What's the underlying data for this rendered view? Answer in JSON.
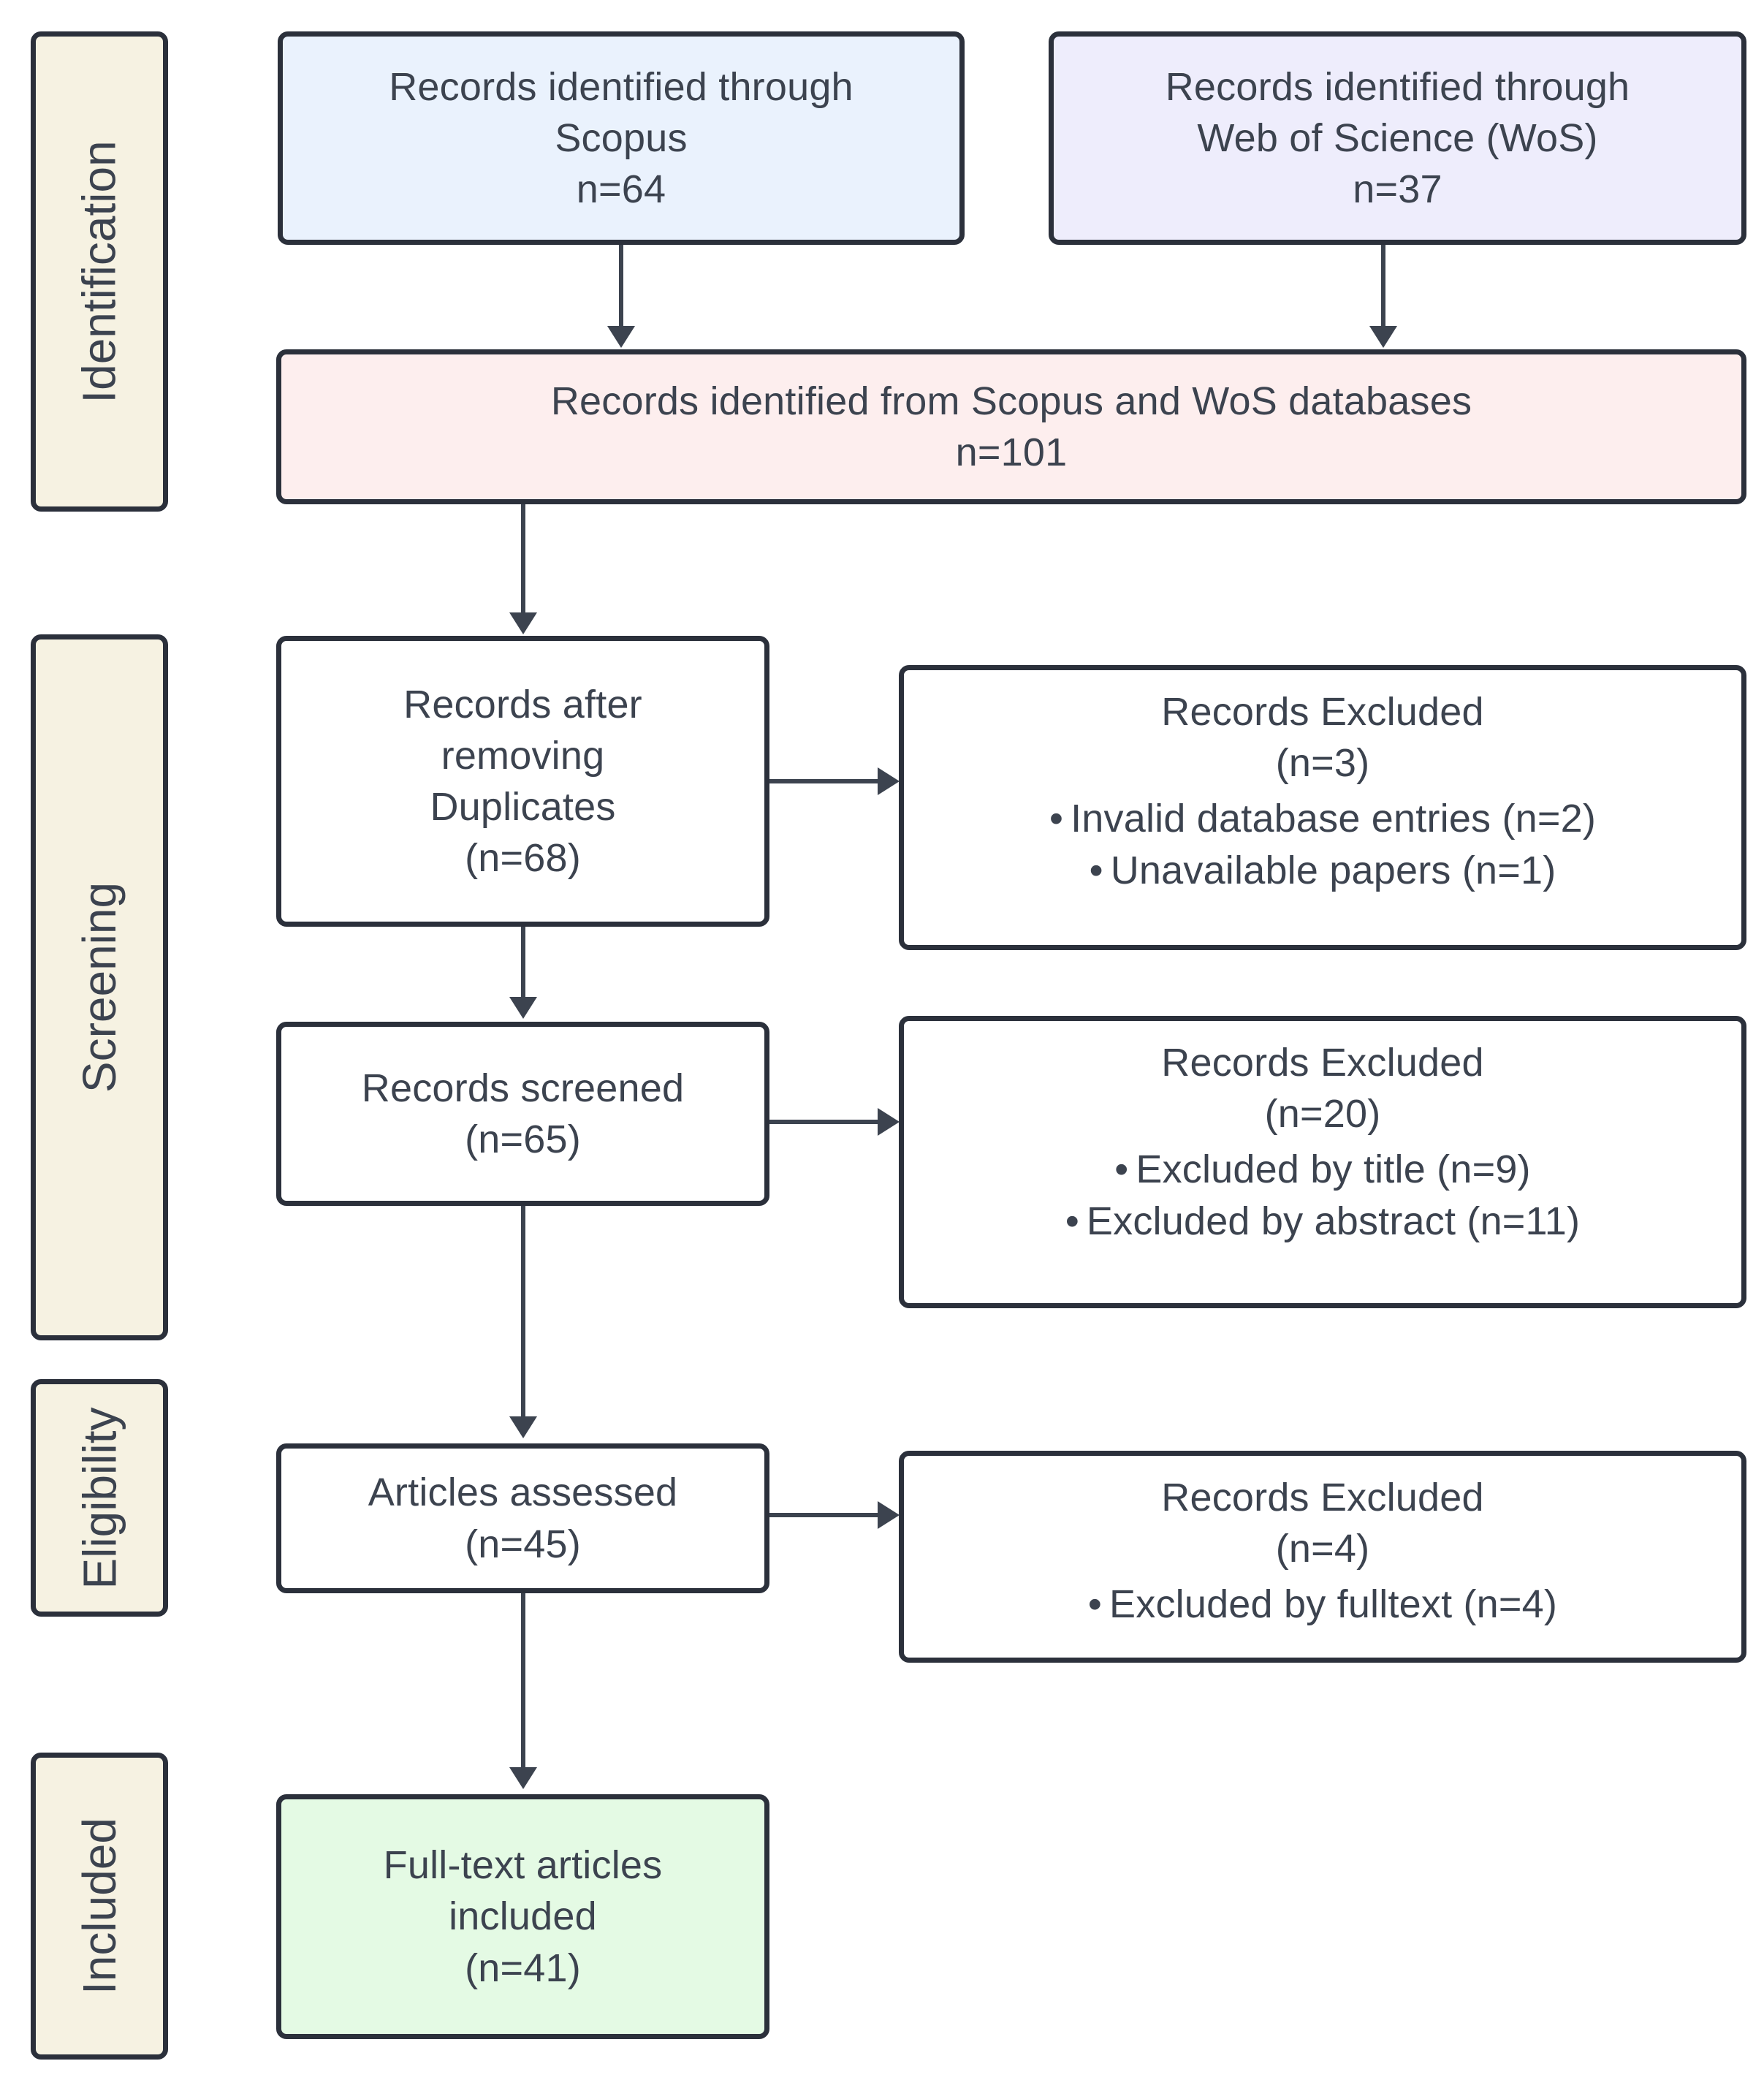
{
  "figure": {
    "type": "prisma-flow-diagram",
    "colors": {
      "ink": "#3c434f",
      "border": "#2b303b",
      "stage_fill": "#f6f2e2",
      "scopus_fill": "#eaf2fd",
      "wos_fill": "#eeedfc",
      "combined_fill": "#fdeeee",
      "included_fill": "#e4fae4",
      "plain_fill": "#ffffff"
    }
  },
  "stages": [
    {
      "id": "identification",
      "label": "Identification"
    },
    {
      "id": "screening",
      "label": "Screening"
    },
    {
      "id": "eligibility",
      "label": "Eligibility"
    },
    {
      "id": "included",
      "label": "Included"
    }
  ],
  "nodes": {
    "scopus": {
      "lines": [
        "Records identified through",
        "Scopus",
        "n=64"
      ],
      "count": 64
    },
    "wos": {
      "lines": [
        "Records identified through",
        "Web of Science (WoS)",
        "n=37"
      ],
      "count": 37
    },
    "combined": {
      "lines": [
        "Records identified from Scopus and WoS databases",
        "n=101"
      ],
      "count": 101
    },
    "after_duplicates": {
      "lines": [
        "Records after",
        "removing",
        "Duplicates",
        "(n=68)"
      ],
      "count": 68
    },
    "excluded_duplicates": {
      "header": [
        "Records Excluded",
        "(n=3)"
      ],
      "count": 3,
      "bullets": [
        {
          "dot": "•",
          "text": "Invalid database entries (n=2)"
        },
        {
          "dot": "•",
          "text": "Unavailable papers (n=1)"
        }
      ]
    },
    "screened": {
      "lines": [
        "Records screened",
        "(n=65)"
      ],
      "count": 65
    },
    "excluded_screened": {
      "header": [
        "Records Excluded",
        "(n=20)"
      ],
      "count": 20,
      "bullets": [
        {
          "dot": "•",
          "text": "Excluded by title (n=9)"
        },
        {
          "dot": "•",
          "text": "Excluded by abstract (n=11)"
        }
      ]
    },
    "assessed": {
      "lines": [
        "Articles assessed",
        "(n=45)"
      ],
      "count": 45
    },
    "excluded_assessed": {
      "header": [
        "Records Excluded",
        "(n=4)"
      ],
      "count": 4,
      "bullets": [
        {
          "dot": "•",
          "text": "Excluded by fulltext (n=4)"
        }
      ]
    },
    "final_included": {
      "lines": [
        "Full-text articles",
        "included",
        "(n=41)"
      ],
      "count": 41
    }
  }
}
